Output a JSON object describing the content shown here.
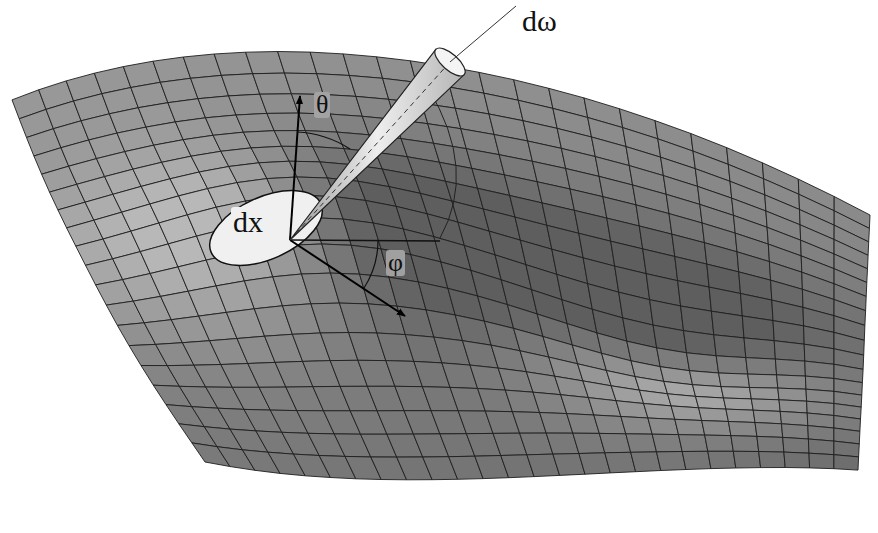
{
  "diagram": {
    "labels": [
      "dω",
      "θ",
      "dx",
      "φ"
    ]
  }
}
